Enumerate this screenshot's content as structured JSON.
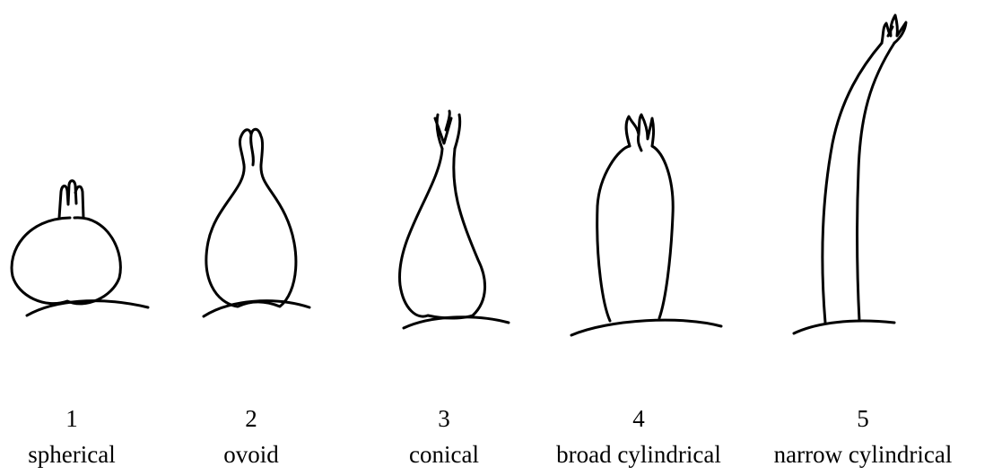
{
  "shapes": [
    {
      "number": "1",
      "label": "spherical"
    },
    {
      "number": "2",
      "label": "ovoid"
    },
    {
      "number": "3",
      "label": "conical"
    },
    {
      "number": "4",
      "label": "broad cylindrical"
    },
    {
      "number": "5",
      "label": "narrow cylindrical"
    }
  ]
}
